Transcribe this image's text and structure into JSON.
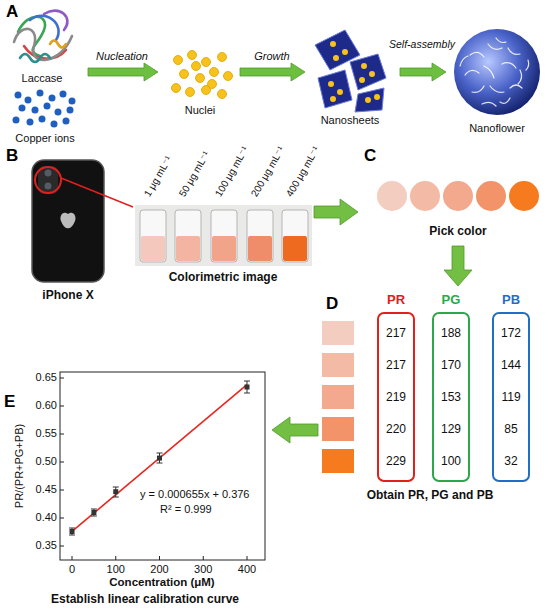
{
  "diagram": {
    "nodes": [
      {
        "text": [
          "PR",
          "217",
          "217",
          "219",
          "220",
          "229"
        ]
      },
      {
        "text": [
          "PG",
          "188",
          "170",
          "153",
          "129",
          "100"
        ]
      },
      {
        "text": [
          "PB",
          "172",
          "144",
          "119",
          "85",
          "32"
        ]
      }
    ],
    "labels": [
      "A",
      "Laccase",
      "Copper ions",
      "Nucleation",
      "Nuclei",
      "Growth",
      "Nanosheets",
      "Self-assembly",
      "Nanoflower",
      "B",
      "iPhone X",
      "1 μg mL⁻¹",
      "50 μg mL⁻¹",
      "100 μg mL⁻¹",
      "200 μg mL⁻¹",
      "400 μg mL⁻¹",
      "Colorimetric image",
      "C",
      "Pick color",
      "D",
      "Obtain PR, PG and PB",
      "E",
      "PR/(PR+PG+PB)",
      "0.35",
      "0.40",
      "0.45",
      "0.50",
      "0.55",
      "0.60",
      "0.65",
      "0",
      "100",
      "200",
      "300",
      "400",
      "Concentration (μM)",
      "y = 0.000655x + 0.376",
      "R² = 0.999",
      "Establish linear calibration curve"
    ]
  }
}
